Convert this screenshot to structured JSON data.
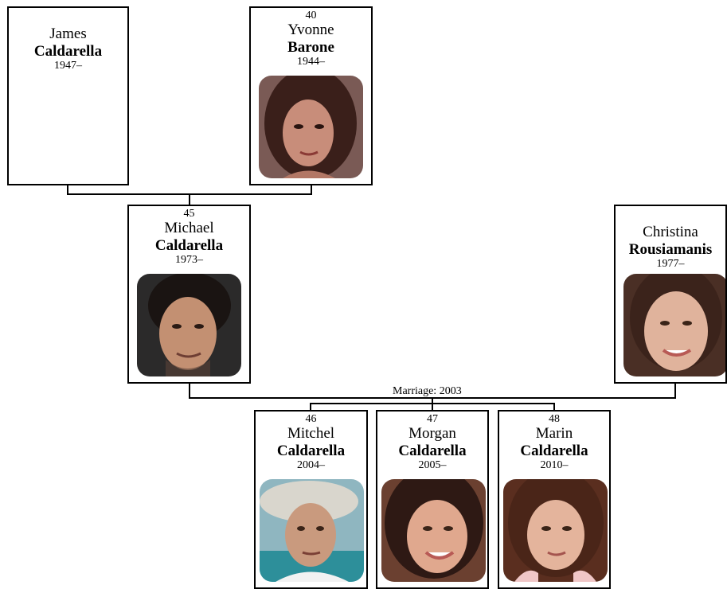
{
  "people": {
    "james": {
      "number": "",
      "first": "James",
      "last": "Caldarella",
      "years": "1947–"
    },
    "yvonne": {
      "number": "40",
      "first": "Yvonne",
      "last": "Barone",
      "years": "1944–"
    },
    "michael": {
      "number": "45",
      "first": "Michael",
      "last": "Caldarella",
      "years": "1973–"
    },
    "christina": {
      "number": "",
      "first": "Christina",
      "last": "Rousiamanis",
      "years": "1977–"
    },
    "mitchel": {
      "number": "46",
      "first": "Mitchel",
      "last": "Caldarella",
      "years": "2004–"
    },
    "morgan": {
      "number": "47",
      "first": "Morgan",
      "last": "Caldarella",
      "years": "2005–"
    },
    "marin": {
      "number": "48",
      "first": "Marin",
      "last": "Caldarella",
      "years": "2010–"
    }
  },
  "marriage_label": "Marriage: 2003"
}
